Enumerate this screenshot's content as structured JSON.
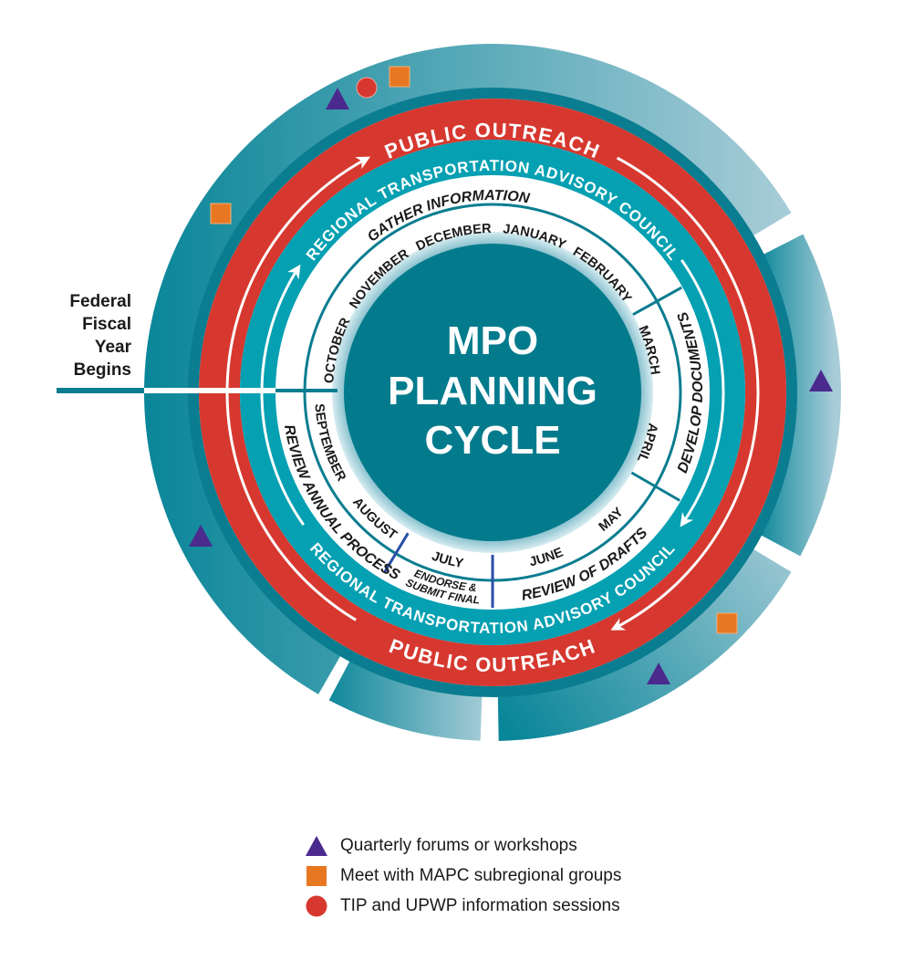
{
  "center": {
    "lines": [
      "MPO",
      "PLANNING",
      "CYCLE"
    ]
  },
  "fiscal_year_label": [
    "Federal",
    "Fiscal",
    "Year",
    "Begins"
  ],
  "rings": {
    "public_outreach_top": "PUBLIC OUTREACH",
    "public_outreach_bottom": "PUBLIC OUTREACH",
    "advisory_council_top": "REGIONAL TRANSPORTATION ADVISORY COUNCIL",
    "advisory_council_bottom": "REGIONAL TRANSPORTATION ADVISORY COUNCIL"
  },
  "phases": {
    "gather": "GATHER INFORMATION",
    "develop": "DEVELOP DOCUMENTS",
    "review_drafts": "REVIEW OF DRAFTS",
    "endorse_line1": "ENDORSE &",
    "endorse_line2": "SUBMIT FINAL",
    "review_annual": "REVIEW ANNUAL PROCESS"
  },
  "months": {
    "october": "OCTOBER",
    "november": "NOVEMBER",
    "december": "DECEMBER",
    "january": "JANUARY",
    "february": "FEBRUARY",
    "march": "MARCH",
    "april": "APRIL",
    "may": "MAY",
    "june": "JUNE",
    "july": "JULY",
    "august": "AUGUST",
    "september": "SEPTEMBER"
  },
  "legend": [
    {
      "icon": "triangle",
      "label": "Quarterly forums or workshops"
    },
    {
      "icon": "square",
      "label": "Meet with MAPC subregional groups"
    },
    {
      "icon": "circle",
      "label": "TIP and UPWP information sessions"
    }
  ],
  "colors": {
    "center": "#037b8d",
    "dark_ring": "#0a7d90",
    "red_ring": "#d6382f",
    "teal_ring": "#05a0b2",
    "segment_dark": "#0a8699",
    "segment_light": "#a8cdd8",
    "divider": "#0a7d90",
    "blue_divider": "#2a4ea6",
    "triangle": "#4b2a8e",
    "square": "#e87722",
    "circle": "#d6382f"
  }
}
